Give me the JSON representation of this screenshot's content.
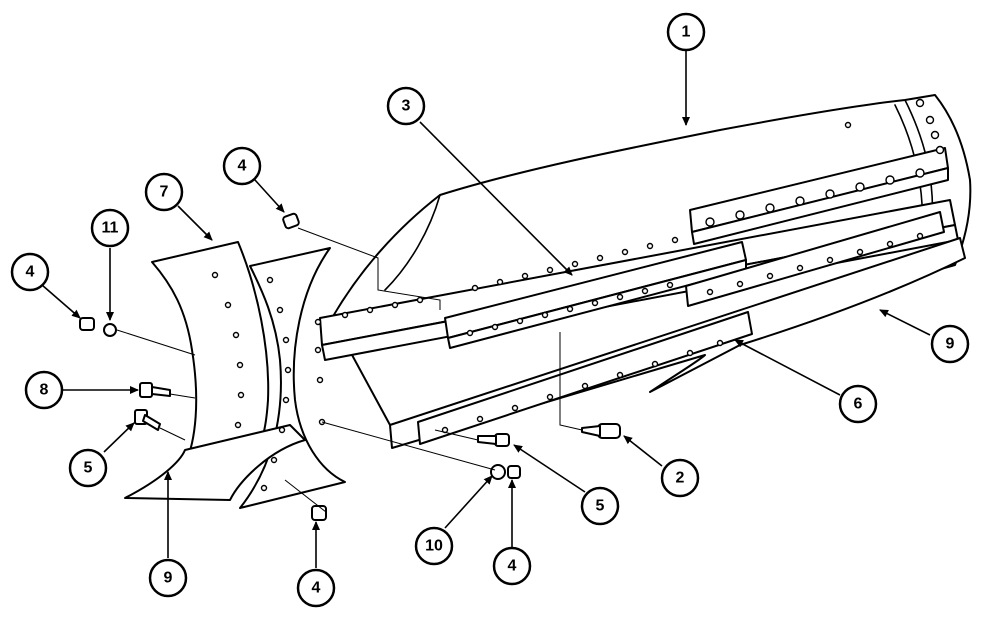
{
  "callouts": [
    {
      "id": "c1",
      "label": "1"
    },
    {
      "id": "c2",
      "label": "2"
    },
    {
      "id": "c3",
      "label": "3"
    },
    {
      "id": "c4a",
      "label": "4"
    },
    {
      "id": "c4b",
      "label": "4"
    },
    {
      "id": "c4c",
      "label": "4"
    },
    {
      "id": "c4d",
      "label": "4"
    },
    {
      "id": "c5a",
      "label": "5"
    },
    {
      "id": "c5b",
      "label": "5"
    },
    {
      "id": "c6",
      "label": "6"
    },
    {
      "id": "c7",
      "label": "7"
    },
    {
      "id": "c8",
      "label": "8"
    },
    {
      "id": "c9a",
      "label": "9"
    },
    {
      "id": "c9b",
      "label": "9"
    },
    {
      "id": "c10",
      "label": "10"
    },
    {
      "id": "c11",
      "label": "11"
    }
  ]
}
